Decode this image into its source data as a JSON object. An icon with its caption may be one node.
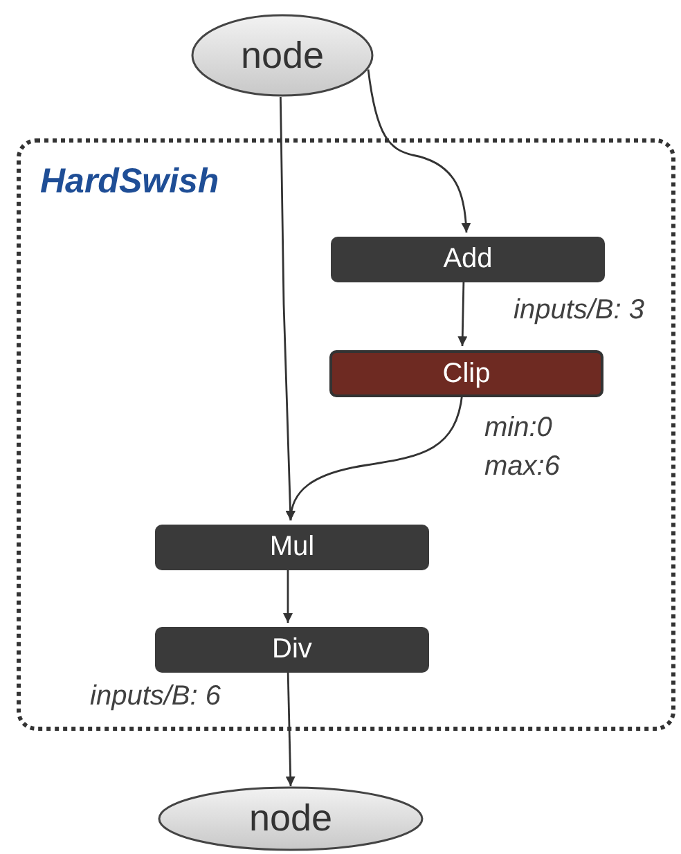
{
  "diagram": {
    "nodes": [
      {
        "text": [
          "node"
        ]
      },
      {
        "text": [
          "HardSwish"
        ]
      },
      {
        "text": [
          "Add"
        ],
        "in": 1,
        "beside": [
          "inputs/B: 3"
        ]
      },
      {
        "text": [
          "Clip"
        ],
        "in": 1,
        "beside": [
          "min:0",
          "max:6"
        ]
      },
      {
        "text": [
          "Mul"
        ],
        "in": 1
      },
      {
        "text": [
          "Div"
        ],
        "in": 1,
        "beside": [
          "inputs/B: 6"
        ]
      },
      {
        "text": [
          "node"
        ]
      }
    ],
    "edges": [
      {
        "from": 0,
        "to": 4,
        "arrow": "to"
      },
      {
        "from": 0,
        "to": 2,
        "arrow": "to"
      },
      {
        "from": 2,
        "to": 3,
        "arrow": "to"
      },
      {
        "from": 3,
        "to": 4,
        "arrow": "to"
      },
      {
        "from": 4,
        "to": 5,
        "arrow": "to"
      },
      {
        "from": 5,
        "to": 6,
        "arrow": "to"
      }
    ]
  }
}
